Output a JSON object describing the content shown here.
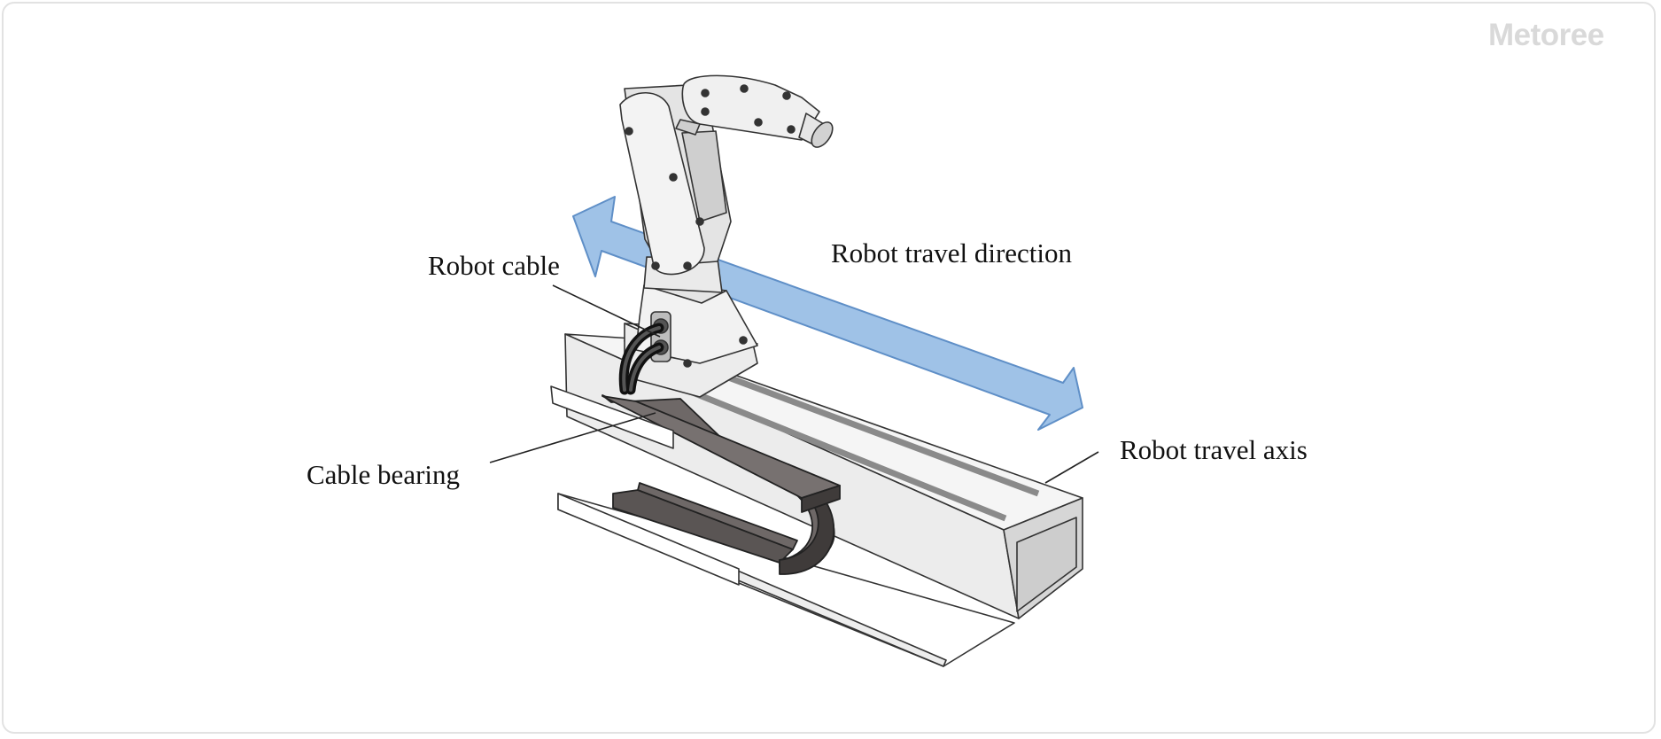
{
  "brand": "Metoree",
  "labels": {
    "robot_cable": "Robot cable",
    "robot_travel_direction": "Robot travel direction",
    "robot_travel_axis": "Robot travel axis",
    "cable_bearing": "Cable bearing"
  },
  "colors": {
    "arrow_fill": "#9fc2e7",
    "arrow_stroke": "#5f8fc7",
    "cable_bearing": "#706a68",
    "body_light": "#f2f2f2",
    "body_mid": "#e0e0e0",
    "body_dark": "#cfcfcf"
  }
}
